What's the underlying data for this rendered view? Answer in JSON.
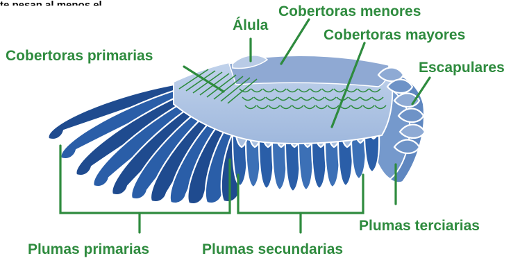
{
  "cut_text": "te pesan al menos el",
  "colors": {
    "label": "#2e8b3e",
    "line": "#2e8b3e",
    "primaries": "#2a5ea8",
    "primaries_dark": "#1f4b8f",
    "secondaries": "#3c70b6",
    "coverts_light": "#a9c0e0",
    "coverts_mid": "#8eaad4",
    "tertials": "#6e93c7",
    "feather_edge": "#ffffff"
  },
  "labels": {
    "alula": "Álula",
    "lesser_coverts": "Cobertoras menores",
    "greater_coverts": "Cobertoras mayores",
    "primary_coverts": "Cobertoras primarias",
    "scapulars": "Escapulares",
    "tertiaries": "Plumas terciarias",
    "primaries": "Plumas primarias",
    "secondaries": "Plumas secundarias"
  }
}
